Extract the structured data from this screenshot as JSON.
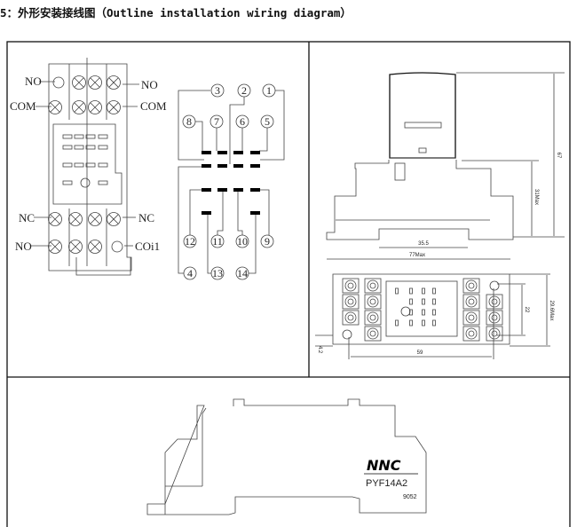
{
  "title": "5：外形安装接线图（Outline installation wiring diagram）",
  "socket_labels": {
    "no_top_left": "NO",
    "no_top_right": "NO",
    "com_left": "COM",
    "com_right": "COM",
    "nc_left": "NC",
    "nc_right": "NC",
    "no_bottom_left": "NO",
    "coil": "COi1"
  },
  "wiring_terminals": [
    "1",
    "2",
    "3",
    "4",
    "5",
    "6",
    "7",
    "8",
    "9",
    "10",
    "11",
    "12",
    "13",
    "14"
  ],
  "dimensions": {
    "height_total": "67",
    "height_base": "31Max",
    "rail_width": "35.5",
    "length_max": "77Max",
    "hole_spacing_v": "22",
    "width_max": "29.6Max",
    "hole_spacing_h": "59",
    "hole_offset": "4.2"
  },
  "product": {
    "brand": "NNC",
    "model": "PYF14A2",
    "code": "9052"
  }
}
